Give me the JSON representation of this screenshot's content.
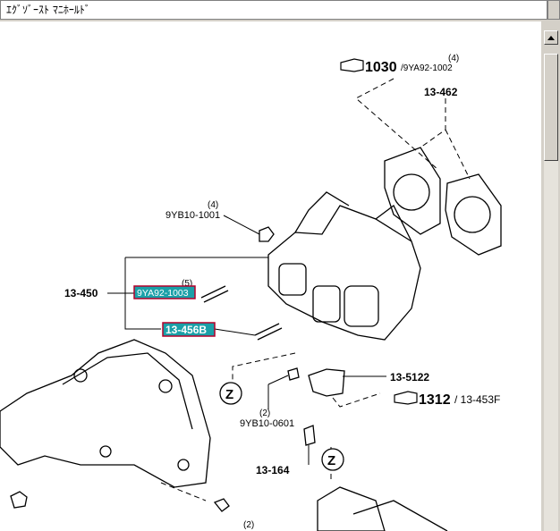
{
  "window": {
    "title": "ｴｸﾞｿﾞｰｽﾄ ﾏﾆﾎｰﾙﾄﾞ"
  },
  "scroll": {
    "vertical_position": 0.0
  },
  "diagram": {
    "ref_1030": "1030",
    "ref_1030_suffix": "/9YA92-1002",
    "qty_4a": "(4)",
    "part_13_462": "13-462",
    "qty_4b": "(4)",
    "part_9yb10_1001": "9YB10-1001",
    "qty_5": "(5)",
    "part_13_450": "13-450",
    "part_9ya92_1003": "9YA92-1003",
    "part_13_456b": "13-456B",
    "part_13_5122": "13-5122",
    "ref_1312": "1312",
    "ref_1312_suffix": "/ 13-453F",
    "qty_2a": "(2)",
    "part_9yb10_0601": "9YB10-0601",
    "part_13_164": "13-164",
    "qty_2b": "(2)",
    "z_label_a": "Z",
    "z_label_b": "Z"
  },
  "colors": {
    "highlight_fill": "#1aa0a8",
    "highlight_border": "#b4002a",
    "text_highlight": "#ffffff"
  }
}
